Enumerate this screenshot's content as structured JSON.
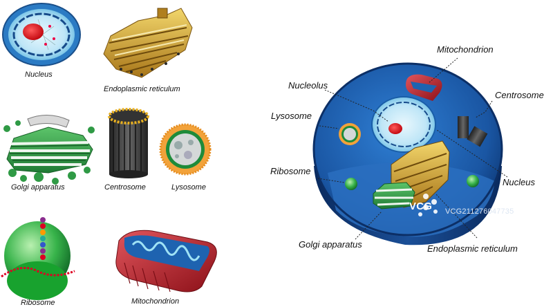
{
  "left_panel": {
    "labels": {
      "nucleus": "Nucleus",
      "er": "Endoplasmic reticulum",
      "golgi": "Golgi apparatus",
      "centrosome": "Centrosome",
      "lysosome": "Lysosome",
      "ribosome": "Ribosome",
      "mitochondrion": "Mitochondrion"
    }
  },
  "cell_diagram": {
    "labels": {
      "mitochondrion": "Mitochondrion",
      "nucleolus": "Nucleolus",
      "centrosome": "Centrosome",
      "lysosome": "Lysosome",
      "ribosome": "Ribosome",
      "nucleus": "Nucleus",
      "golgi": "Golgi apparatus",
      "er": "Endoplasmic reticulum"
    }
  },
  "watermark": {
    "logo": "VCG",
    "id": "VCG211276047735"
  },
  "colors": {
    "cell_blue": "#1f5fae",
    "cell_dark": "#0c2f66",
    "nucleus_light": "#bfe6f7",
    "nucleolus_red": "#e0141e",
    "golgi_green": "#2e9a45",
    "er_gold": "#c89a22",
    "mito_red": "#b3202a"
  }
}
